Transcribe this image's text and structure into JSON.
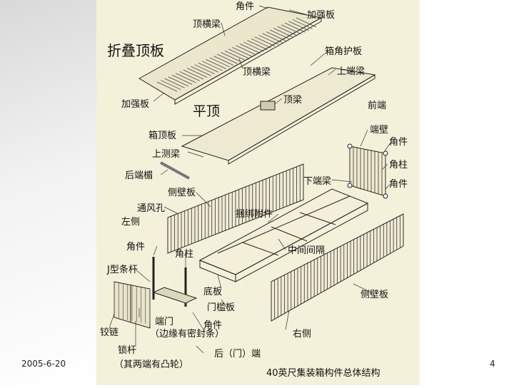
{
  "slide": {
    "date": "2005-6-20",
    "page_number": "4"
  },
  "figure": {
    "caption": "40英尺集装箱构件总体结构",
    "labels": {
      "corner_fitting_top": "角件",
      "reinforcing_plate_top": "加强板",
      "roof_bow_top": "顶横梁",
      "folding_roof": "折叠顶板",
      "corner_protector": "箱角护板",
      "roof_bow_mid": "顶横梁",
      "top_end_rail": "上端梁",
      "roof_beam": "顶梁",
      "reinforcing_plate_left": "加强板",
      "flat_roof": "平顶",
      "front_end": "前端",
      "end_wall": "端壁",
      "roof_panel": "箱顶板",
      "corner_fitting_right1": "角件",
      "top_side_rail": "上测梁",
      "corner_post_right": "角柱",
      "rear_header": "后端楣",
      "bottom_end_rail": "下端梁",
      "corner_fitting_right2": "角件",
      "side_wall_upper": "侧壁板",
      "vent": "通风孔",
      "lashing_fittings": "捆绑附件",
      "left_side": "左侧",
      "corner_fitting_left": "角件",
      "corner_post_left": "角柱",
      "cross_member": "中间间隔",
      "j_bar": "J型条杆",
      "floor": "底板",
      "side_wall_lower": "侧壁板",
      "door_sill": "门槛板",
      "end_door": "端门",
      "door_seal": "（边缘有密封条）",
      "hinge": "铰链",
      "corner_fitting_bottom": "角件",
      "right_side": "右侧",
      "locking_bar": "锁杆",
      "locking_bar_note": "（其两端有凸轮）",
      "rear_door_end": "后（门）端"
    }
  }
}
